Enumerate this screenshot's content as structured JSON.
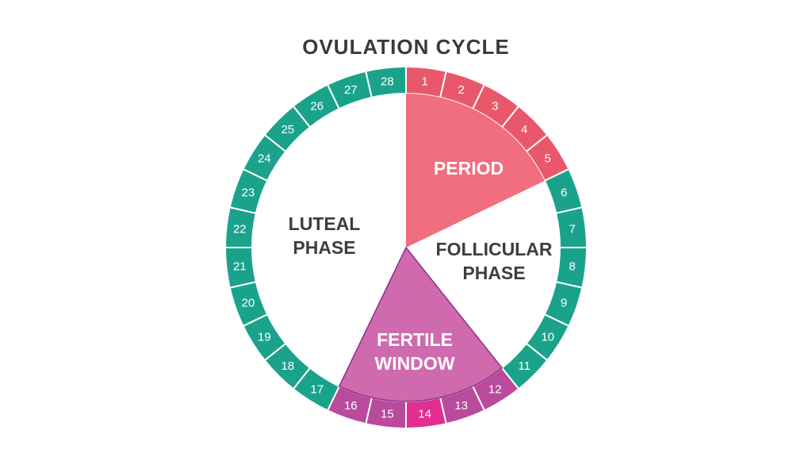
{
  "title": "OVULATION CYCLE",
  "colors": {
    "teal": "#1aa38a",
    "period": "#f06e7d",
    "period_days": "#e9576a",
    "fertile": "#cf6aaf",
    "fertile_days": "#b94a9c",
    "ovulation_day": "#e22f8f",
    "ring_edge": "#ffffff"
  },
  "days": [
    {
      "label": "1",
      "phase": "period"
    },
    {
      "label": "2",
      "phase": "period"
    },
    {
      "label": "3",
      "phase": "period"
    },
    {
      "label": "4",
      "phase": "period"
    },
    {
      "label": "5",
      "phase": "period"
    },
    {
      "label": "6",
      "phase": "follicular"
    },
    {
      "label": "7",
      "phase": "follicular"
    },
    {
      "label": "8",
      "phase": "follicular"
    },
    {
      "label": "9",
      "phase": "follicular"
    },
    {
      "label": "10",
      "phase": "follicular"
    },
    {
      "label": "11",
      "phase": "follicular"
    },
    {
      "label": "12",
      "phase": "fertile"
    },
    {
      "label": "13",
      "phase": "fertile"
    },
    {
      "label": "14",
      "phase": "ovulation"
    },
    {
      "label": "15",
      "phase": "fertile"
    },
    {
      "label": "16",
      "phase": "fertile"
    },
    {
      "label": "17",
      "phase": "luteal"
    },
    {
      "label": "18",
      "phase": "luteal"
    },
    {
      "label": "19",
      "phase": "luteal"
    },
    {
      "label": "20",
      "phase": "luteal"
    },
    {
      "label": "21",
      "phase": "luteal"
    },
    {
      "label": "22",
      "phase": "luteal"
    },
    {
      "label": "23",
      "phase": "luteal"
    },
    {
      "label": "24",
      "phase": "luteal"
    },
    {
      "label": "25",
      "phase": "luteal"
    },
    {
      "label": "26",
      "phase": "luteal"
    },
    {
      "label": "27",
      "phase": "luteal"
    },
    {
      "label": "28",
      "phase": "luteal"
    }
  ],
  "phases": {
    "period": {
      "line1": "PERIOD",
      "line2": ""
    },
    "follicular": {
      "line1": "FOLLICULAR",
      "line2": "PHASE"
    },
    "fertile": {
      "line1": "FERTILE",
      "line2": "WINDOW"
    },
    "luteal": {
      "line1": "LUTEAL",
      "line2": "PHASE"
    }
  }
}
